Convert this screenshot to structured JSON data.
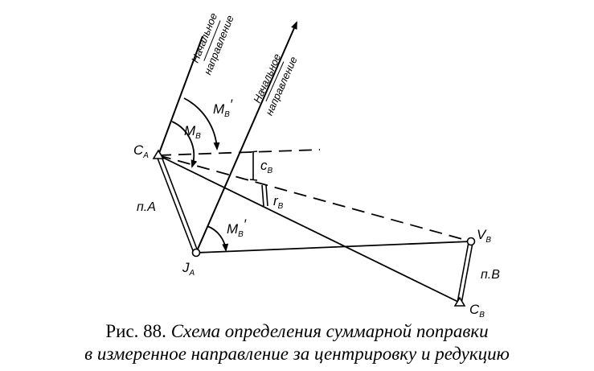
{
  "diagram": {
    "points": {
      "ca": "C",
      "ca_sub": "A",
      "ja": "J",
      "ja_sub": "A",
      "vb": "V",
      "vb_sub": "B",
      "cb": "C",
      "cb_sub": "B"
    },
    "segments": {
      "pa": "п.А",
      "pb": "п.В"
    },
    "angles": {
      "mb_prime_top": "M",
      "mb_prime_top_sub": "B",
      "mb_prime_top_mark": "′",
      "mb": "M",
      "mb_sub": "B",
      "mb_prime_bottom": "M",
      "mb_prime_bottom_sub": "B",
      "mb_prime_bottom_mark": "′",
      "cb_angle": "c",
      "cb_angle_sub": "B",
      "rb_angle": "r",
      "rb_angle_sub": "B"
    },
    "directions": {
      "initial_left_line1": "Начальное",
      "initial_left_line2": "направление",
      "initial_right_line1": "Начальное",
      "initial_right_line2": "направление"
    }
  },
  "caption": {
    "number": "Рис. 88.",
    "line1": "Схема определения суммарной поправки",
    "line2": "в измеренное направление за центрировку и редукцию"
  }
}
